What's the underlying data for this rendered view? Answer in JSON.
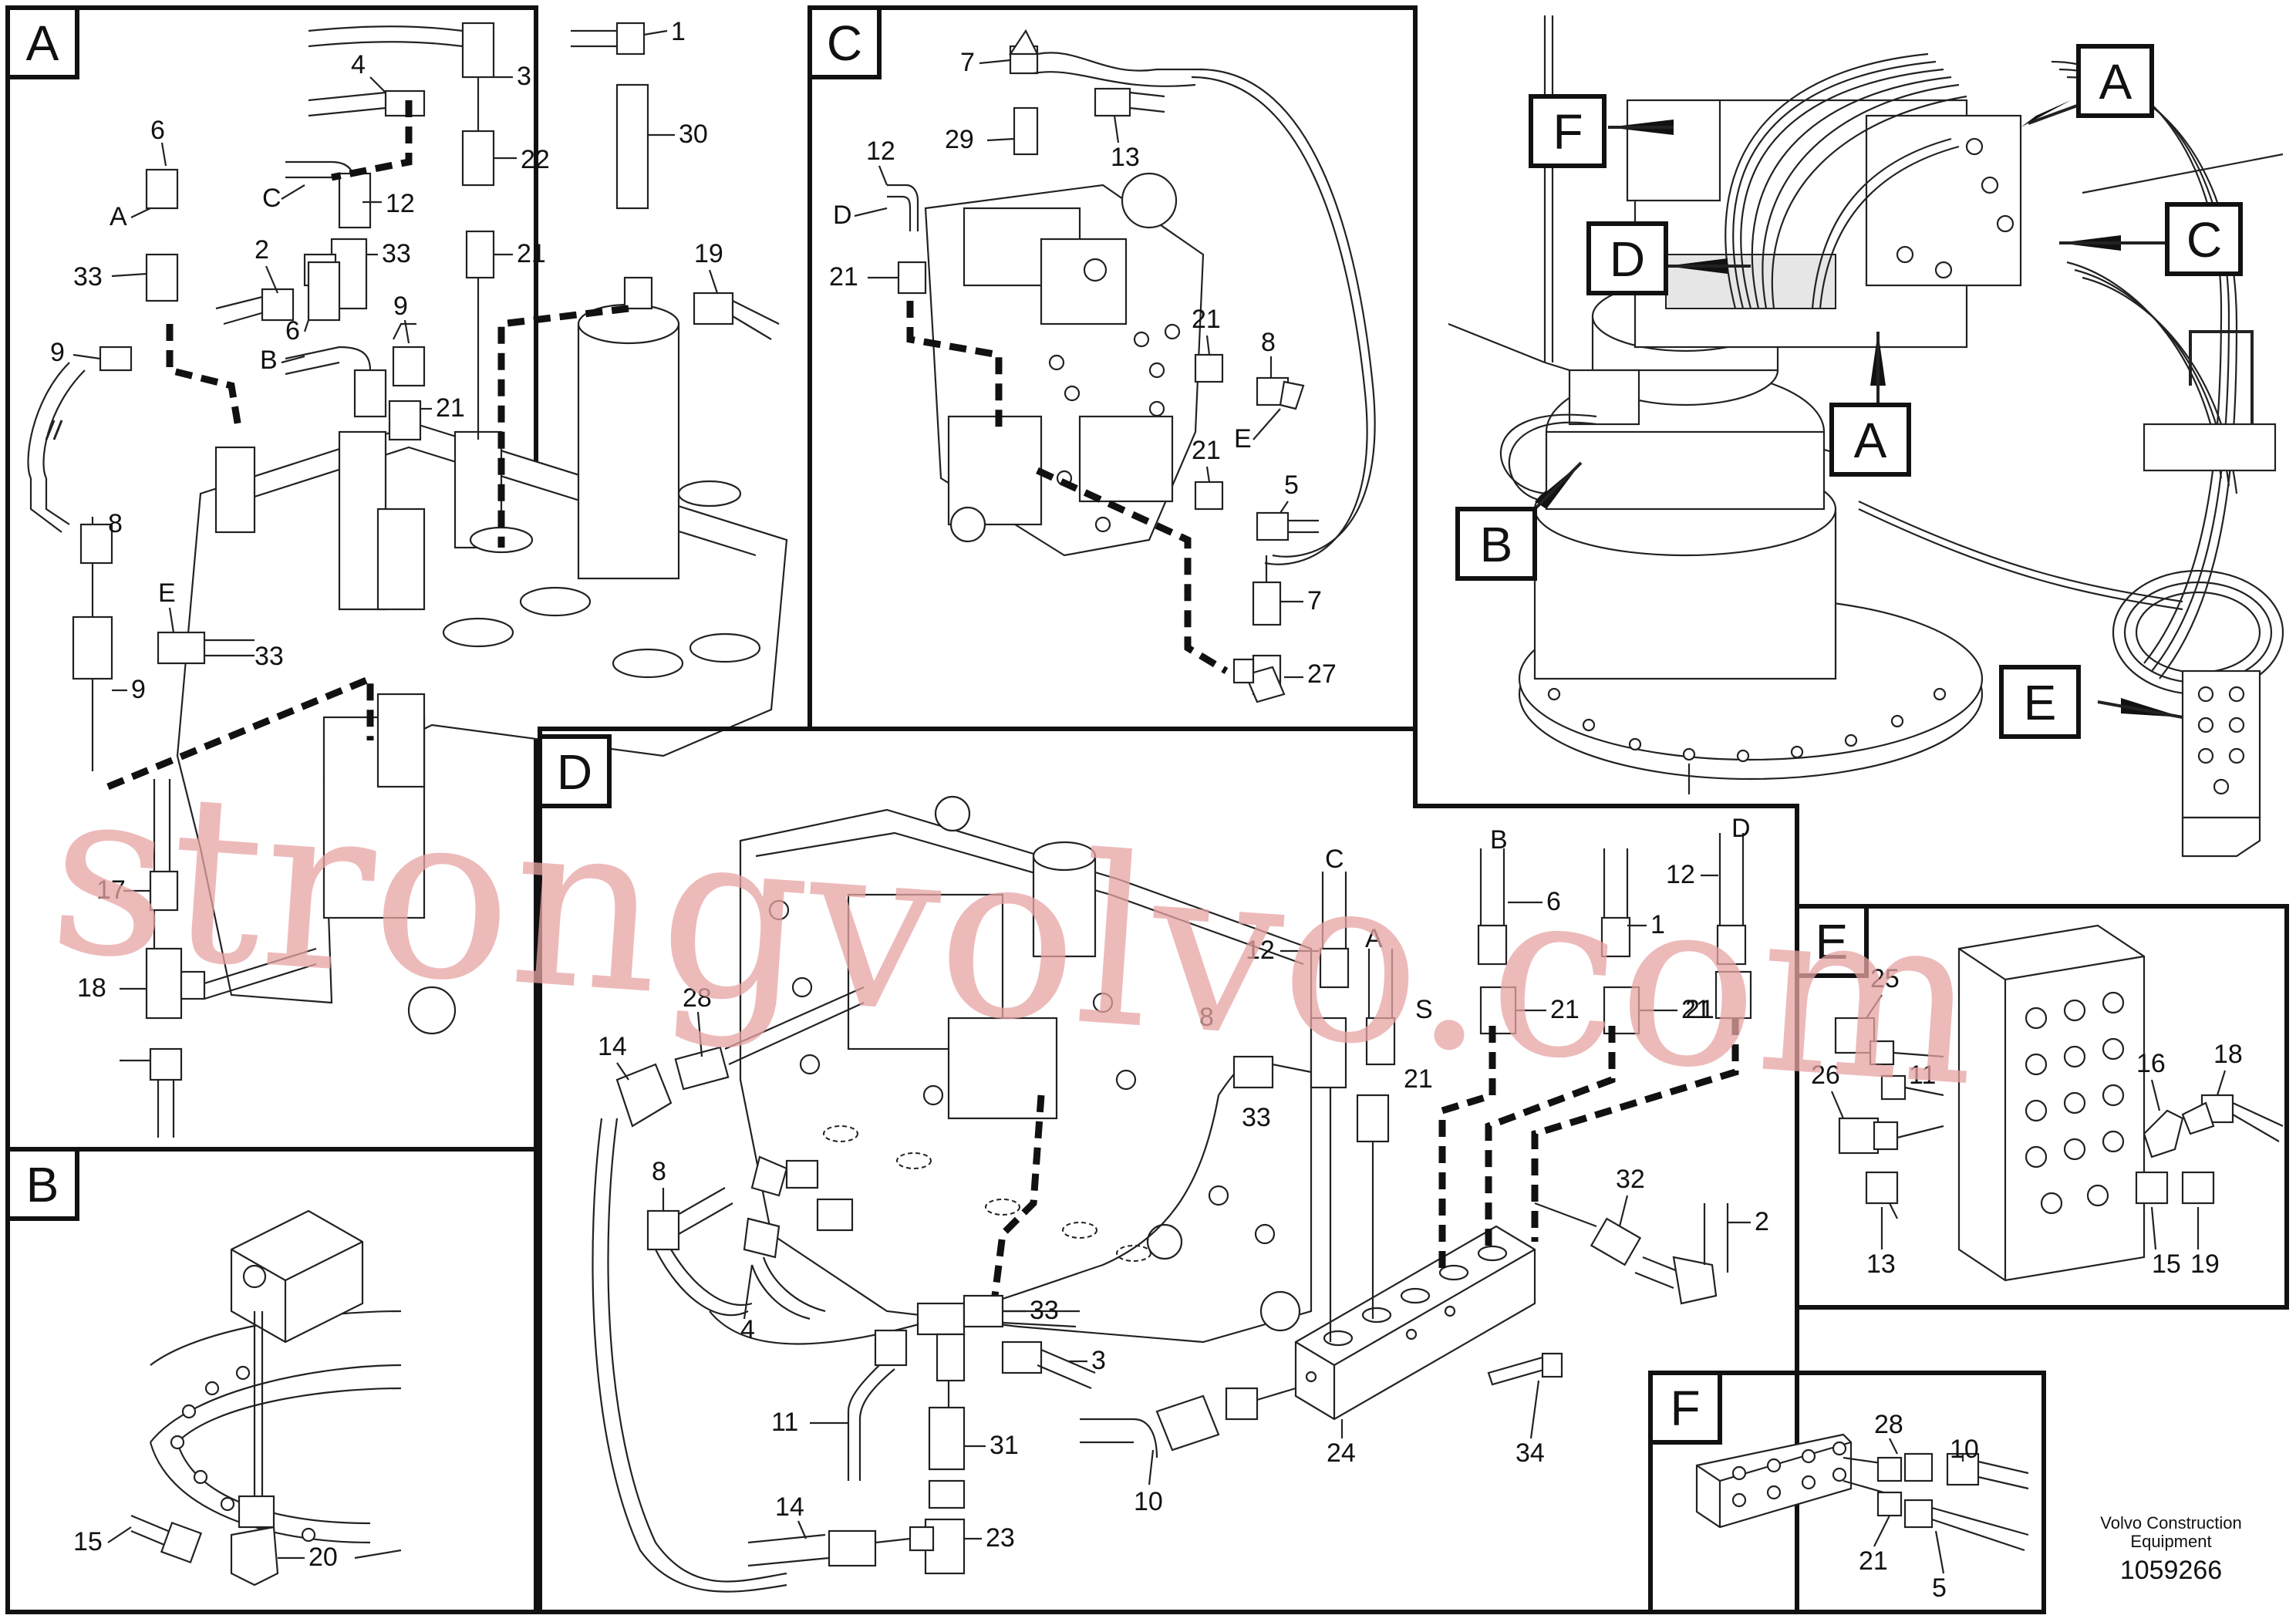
{
  "panels": {
    "A": {
      "letter": "A",
      "labels": [
        "1",
        "4",
        "3",
        "30",
        "6",
        "22",
        "A",
        "C",
        "12",
        "33",
        "2",
        "33",
        "21",
        "19",
        "9",
        "B",
        "6",
        "21",
        "9",
        "8",
        "E",
        "33",
        "9",
        "17",
        "18"
      ]
    },
    "B": {
      "letter": "B",
      "labels": [
        "15",
        "20"
      ]
    },
    "C": {
      "letter": "C",
      "labels": [
        "7",
        "29",
        "13",
        "12",
        "D",
        "21",
        "21",
        "8",
        "E",
        "21",
        "5",
        "7",
        "27"
      ]
    },
    "D": {
      "letter": "D",
      "labels": [
        "C",
        "B",
        "D",
        "12",
        "6",
        "12",
        "1",
        "A",
        "S",
        "21",
        "21",
        "21",
        "28",
        "14",
        "8",
        "33",
        "21",
        "8",
        "32",
        "2",
        "4",
        "33",
        "3",
        "11",
        "31",
        "10",
        "14",
        "23",
        "24",
        "34"
      ]
    },
    "E": {
      "letter": "E",
      "labels": [
        "25",
        "26",
        "11",
        "16",
        "18",
        "13",
        "15",
        "19"
      ]
    },
    "F": {
      "letter": "F",
      "labels": [
        "28",
        "10",
        "21",
        "5"
      ]
    },
    "overview": {
      "callouts": [
        "F",
        "A",
        "D",
        "C",
        "A",
        "B",
        "E"
      ]
    }
  },
  "watermark": "strongvolvo.com",
  "footer": {
    "company_line1": "Volvo Construction",
    "company_line2": "Equipment",
    "drawing_number": "1059266"
  },
  "colors": {
    "watermark": "#e8a4a4",
    "lines": "#222222"
  }
}
